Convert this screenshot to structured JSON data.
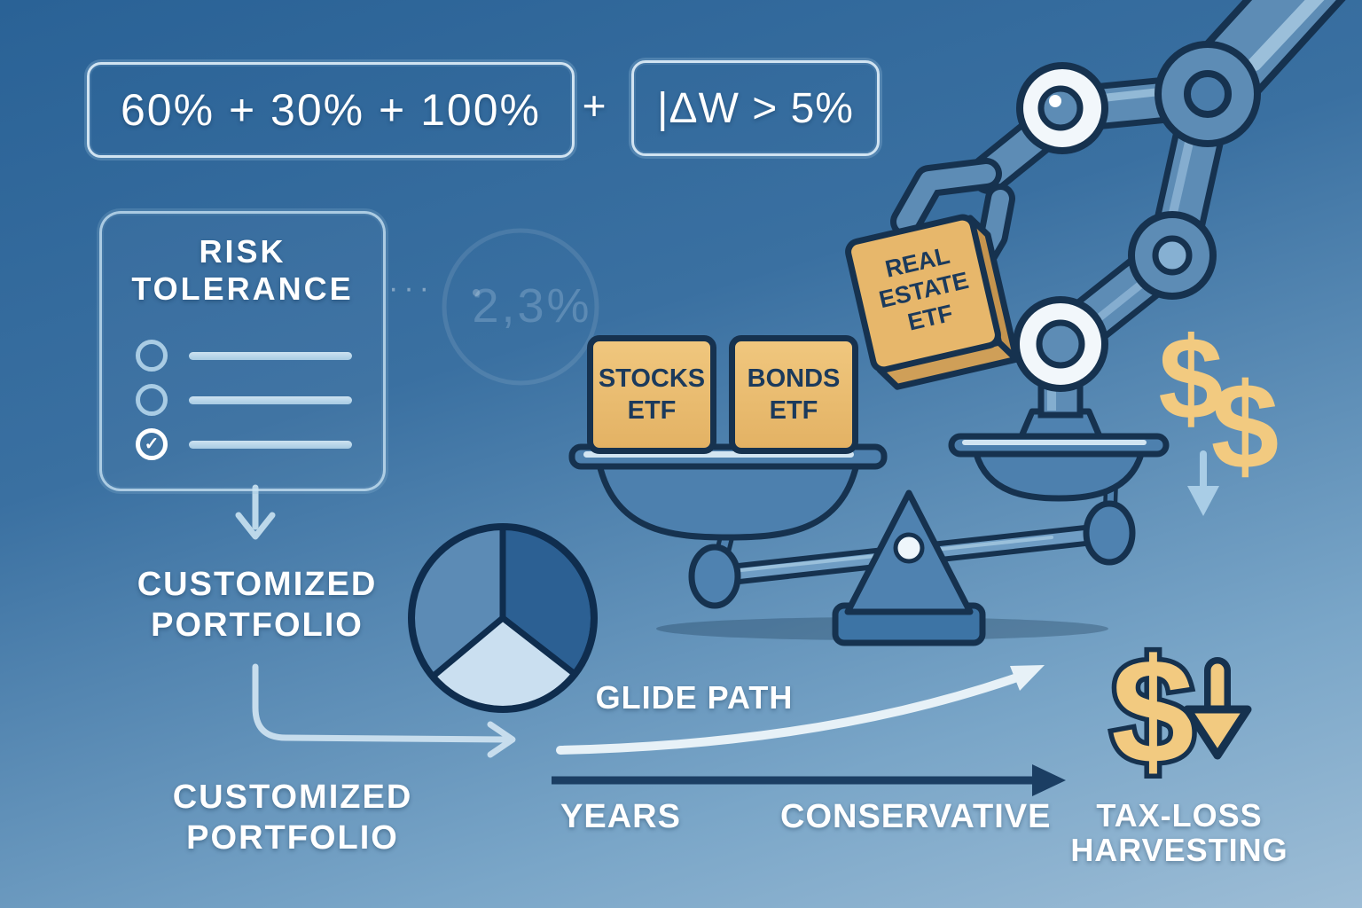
{
  "colors": {
    "background_top": "#2a6296",
    "background_bottom": "#9dbdd6",
    "outline_navy": "#16324f",
    "panel_line": "#cde3f2",
    "light_arrow": "#c7dded",
    "text_white": "#ffffff",
    "box_tan": "#e9bc70",
    "box_tan_side": "#c9985a",
    "gold": "#f2ca80",
    "arm_blue": "#5d8cb5",
    "pie_left": "#5c8bb5",
    "pie_right": "#2c6093",
    "pie_bottom": "#cadff0",
    "timeline_navy": "#1b3e63"
  },
  "formulas": {
    "allocation": "60% + 30% + 100%",
    "plus_sign": "+",
    "drift_threshold": "|ΔW > 5%"
  },
  "risk_panel": {
    "title_line1": "RISK",
    "title_line2": "TOLERANCE",
    "check_glyph": "✓",
    "options": [
      {
        "checked": false
      },
      {
        "checked": false
      },
      {
        "checked": true
      }
    ]
  },
  "ghost_note": {
    "percent": "2,3%",
    "dots": "···"
  },
  "flow": {
    "portfolio_top_line1": "CUSTOMIZED",
    "portfolio_top_line2": "PORTFOLIO",
    "portfolio_bottom_line1": "CUSTOMIZED",
    "portfolio_bottom_line2": "PORTFOLIO"
  },
  "etf_boxes": {
    "stocks_line1": "STOCKS",
    "stocks_line2": "ETF",
    "bonds_line1": "BONDS",
    "bonds_line2": "ETF",
    "real_estate_line1": "REAL",
    "real_estate_line2": "ESTATE",
    "real_estate_line3": "ETF"
  },
  "glide_path": {
    "label": "GLIDE PATH"
  },
  "timeline": {
    "label_left": "YEARS",
    "label_right": "CONSERVATIVE"
  },
  "tax_loss": {
    "dollar": "$",
    "label_line1": "TAX-LOSS",
    "label_line2": "HARVESTING"
  },
  "cash_flow": {
    "dollar_1": "$",
    "dollar_2": "$"
  }
}
